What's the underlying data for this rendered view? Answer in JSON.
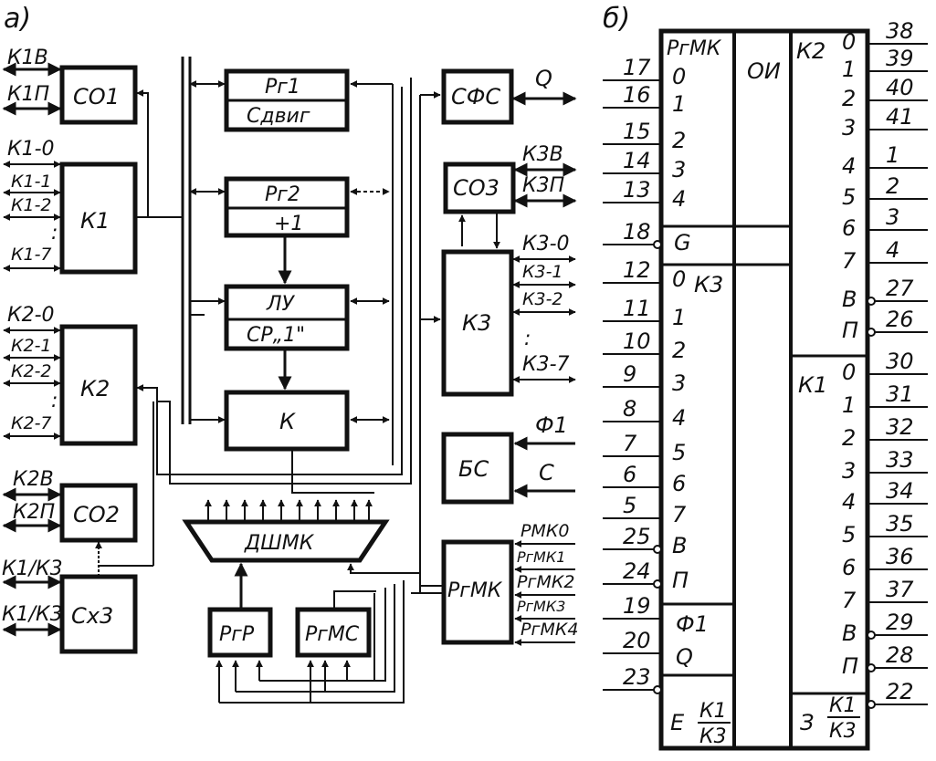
{
  "panel_a": {
    "label": "а)",
    "blocks": {
      "co1": "СО1",
      "k1": "К1",
      "k2": "К2",
      "co2": "СО2",
      "cx3": "Сх3",
      "pr1": "Рг1",
      "shift": "Сдвиг",
      "pr2": "Рг2",
      "plus1": "+1",
      "lu": "ЛУ",
      "cr1": "СР„1\"",
      "k": "К",
      "dshmk": "ДШМК",
      "prp": "РгР",
      "prmc": "РгМС",
      "sfs": "СФС",
      "co3": "СО3",
      "k3": "К3",
      "bs": "БС",
      "prmk": "РгМК"
    },
    "signals": {
      "k1v": "К1В",
      "k1p": "К1П",
      "k1_0": "К1-0",
      "k1_1": "К1-1",
      "k1_2": "К1-2",
      "k1_7": "К1-7",
      "k2_0": "К2-0",
      "k2_1": "К2-1",
      "k2_2": "К2-2",
      "k2_7": "К2-7",
      "k2v": "К2В",
      "k2p": "К2П",
      "k1k3a": "К1/К3",
      "k1k3b": "К1/К3",
      "q": "Q",
      "k3v": "К3В",
      "k3p": "К3П",
      "k3_0": "К3-0",
      "k3_1": "К3-1",
      "k3_2": "К3-2",
      "k3_7": "К3-7",
      "f1": "Ф1",
      "c": "С",
      "rmk0": "РМК0",
      "prmk1": "РгМК1",
      "prmk2": "РгМК2",
      "prmk3": "РгМК3",
      "prmk4": "РгМК4"
    }
  },
  "panel_b": {
    "label": "б)",
    "sections": {
      "prmk": "РгМК",
      "oi": "ОИ",
      "k2": "К2",
      "k3": "К3",
      "k1": "К1",
      "f1": "Ф1",
      "q": "Q",
      "g": "G",
      "e": "E",
      "z": "З",
      "frac_top": "К1",
      "frac_bot": "К3",
      "frac_top_r": "К1",
      "frac_bot_r": "К3"
    },
    "left_pins": [
      {
        "num": "17",
        "lab": "0"
      },
      {
        "num": "16",
        "lab": "1"
      },
      {
        "num": "15",
        "lab": "2"
      },
      {
        "num": "14",
        "lab": "3"
      },
      {
        "num": "13",
        "lab": "4"
      },
      {
        "num": "18",
        "lab": ""
      },
      {
        "num": "12",
        "lab": "0"
      },
      {
        "num": "11",
        "lab": "1"
      },
      {
        "num": "10",
        "lab": "2"
      },
      {
        "num": "9",
        "lab": "3"
      },
      {
        "num": "8",
        "lab": "4"
      },
      {
        "num": "7",
        "lab": "5"
      },
      {
        "num": "6",
        "lab": "6"
      },
      {
        "num": "5",
        "lab": "7"
      },
      {
        "num": "25",
        "lab": "В"
      },
      {
        "num": "24",
        "lab": "П"
      },
      {
        "num": "19",
        "lab": ""
      },
      {
        "num": "20",
        "lab": ""
      },
      {
        "num": "23",
        "lab": ""
      }
    ],
    "right_pins": [
      {
        "num": "38",
        "lab": "0"
      },
      {
        "num": "39",
        "lab": "1"
      },
      {
        "num": "40",
        "lab": "2"
      },
      {
        "num": "41",
        "lab": "3"
      },
      {
        "num": "1",
        "lab": "4"
      },
      {
        "num": "2",
        "lab": "5"
      },
      {
        "num": "3",
        "lab": "6"
      },
      {
        "num": "4",
        "lab": "7"
      },
      {
        "num": "27",
        "lab": "В"
      },
      {
        "num": "26",
        "lab": "П"
      },
      {
        "num": "30",
        "lab": "0"
      },
      {
        "num": "31",
        "lab": "1"
      },
      {
        "num": "32",
        "lab": "2"
      },
      {
        "num": "33",
        "lab": "3"
      },
      {
        "num": "34",
        "lab": "4"
      },
      {
        "num": "35",
        "lab": "5"
      },
      {
        "num": "36",
        "lab": "6"
      },
      {
        "num": "37",
        "lab": "7"
      },
      {
        "num": "29",
        "lab": "В"
      },
      {
        "num": "28",
        "lab": "П"
      },
      {
        "num": "22",
        "lab": ""
      }
    ]
  }
}
